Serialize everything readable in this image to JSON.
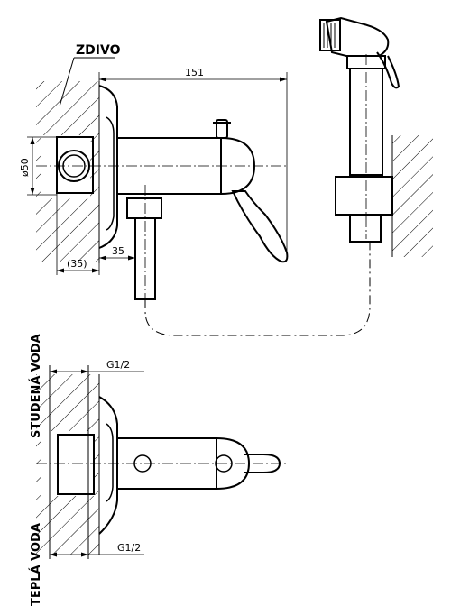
{
  "labels": {
    "wall": "ZDIVO",
    "cold_water": "STUDENÁ VODA",
    "hot_water": "TEPLÁ VODA"
  },
  "dimensions": {
    "total_length": "151",
    "diameter": "ø50",
    "offset": "35",
    "wall_depth": "(35)",
    "thread_top": "G1/2",
    "thread_bottom": "G1/2"
  },
  "colors": {
    "line": "#000000",
    "background": "#ffffff"
  }
}
